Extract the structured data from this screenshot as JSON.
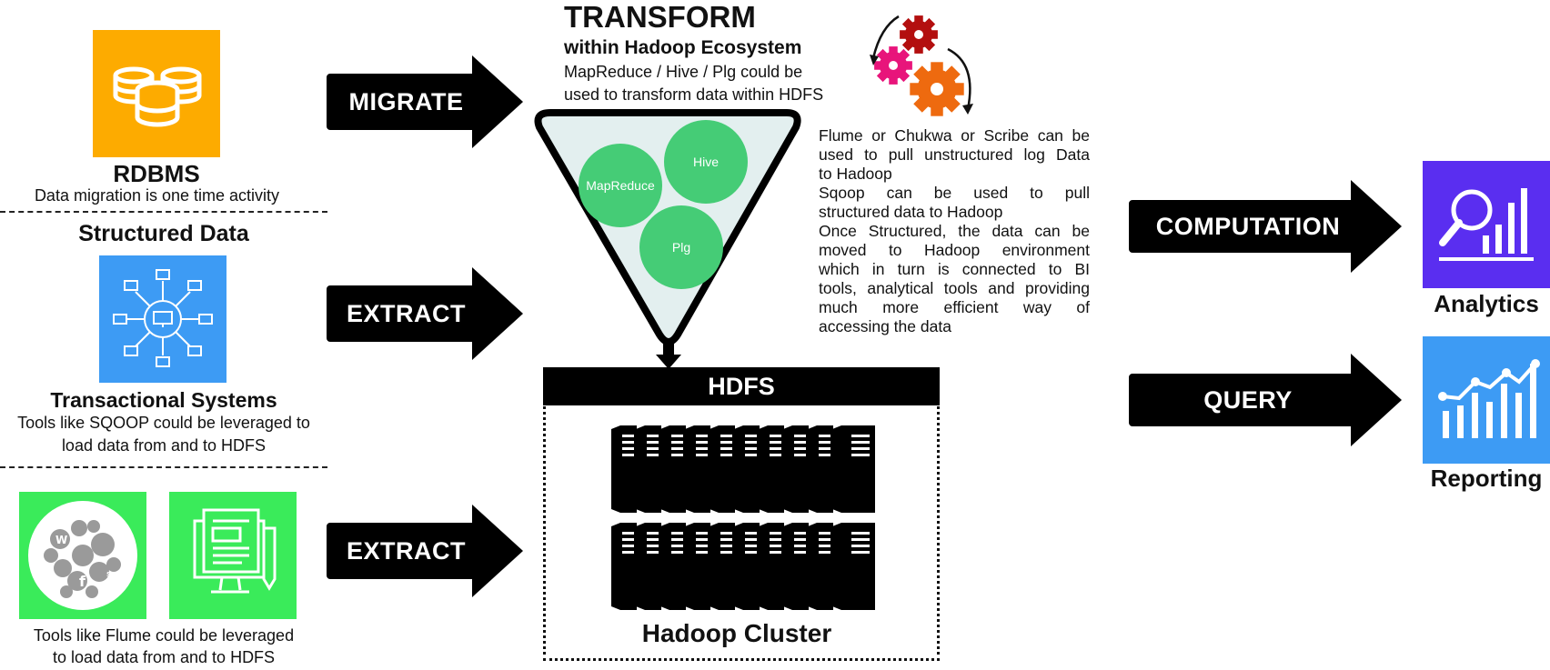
{
  "sources": {
    "rdbms": {
      "title": "RDBMS",
      "caption": "Data migration is one time activity"
    },
    "structured": {
      "title": "Structured Data"
    },
    "transactional": {
      "title": "Transactional Systems",
      "caption_line1": "Tools like SQOOP could be leveraged to",
      "caption_line2": "load data from and to HDFS"
    },
    "unstructured": {
      "caption_line1": "Tools like Flume could be leveraged",
      "caption_line2": "to load data from and to HDFS"
    }
  },
  "arrows": {
    "migrate": "MIGRATE",
    "extract1": "EXTRACT",
    "extract2": "EXTRACT",
    "computation": "COMPUTATION",
    "query": "QUERY"
  },
  "transform": {
    "title": "TRANSFORM",
    "subtitle": "within Hadoop Ecosystem",
    "desc_line1": "MapReduce / Hive / Plg could be",
    "desc_line2": "used to transform data within HDFS",
    "circles": [
      "MapReduce",
      "Hive",
      "Plg"
    ]
  },
  "notes": {
    "line1": "Flume or Chukwa or Scribe can be",
    "line2": "used to pull unstructured log Data",
    "line3": "to Hadoop",
    "line4": "Sqoop can be used to pull",
    "line5": "structured data to Hadoop",
    "line6": "Once Structured, the data can be",
    "line7": "moved to Hadoop environment",
    "line8": "which in turn is connected to BI",
    "line9": "tools, analytical tools and providing",
    "line10": "much more efficient way of",
    "line11": "accessing the data"
  },
  "hdfs": {
    "title": "HDFS",
    "cluster": "Hadoop Cluster"
  },
  "outputs": {
    "analytics": "Analytics",
    "reporting": "Reporting"
  },
  "colors": {
    "rdbms_tile": "#FDAB00",
    "network_tile": "#3D9BF4",
    "green_tile": "#3AEB5A",
    "circle_green": "#45CC76",
    "funnel_fill": "#E3EFEF",
    "analytics_tile": "#5A2EF0",
    "reporting_tile": "#3D9BF4",
    "gear_red": "#B30F0F",
    "gear_pink": "#E8157B",
    "gear_orange": "#EE6A0F"
  }
}
